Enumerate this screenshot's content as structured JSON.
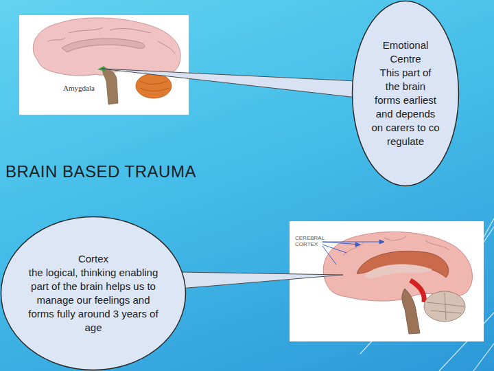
{
  "diagram": {
    "title": "BRAIN BASED TRAUMA",
    "nodes": [
      {
        "text": [
          "Emotional Centre",
          "This part of the brain forms earliest and depends on carers to co regulate"
        ]
      },
      {
        "text": [
          "Cortex",
          "the logical, thinking enabling part of the brain helps us to manage our feelings and forms fully around 3 years of age"
        ]
      }
    ],
    "labels": [
      "Amygdala",
      "CEREBRAL CORTEX"
    ]
  }
}
